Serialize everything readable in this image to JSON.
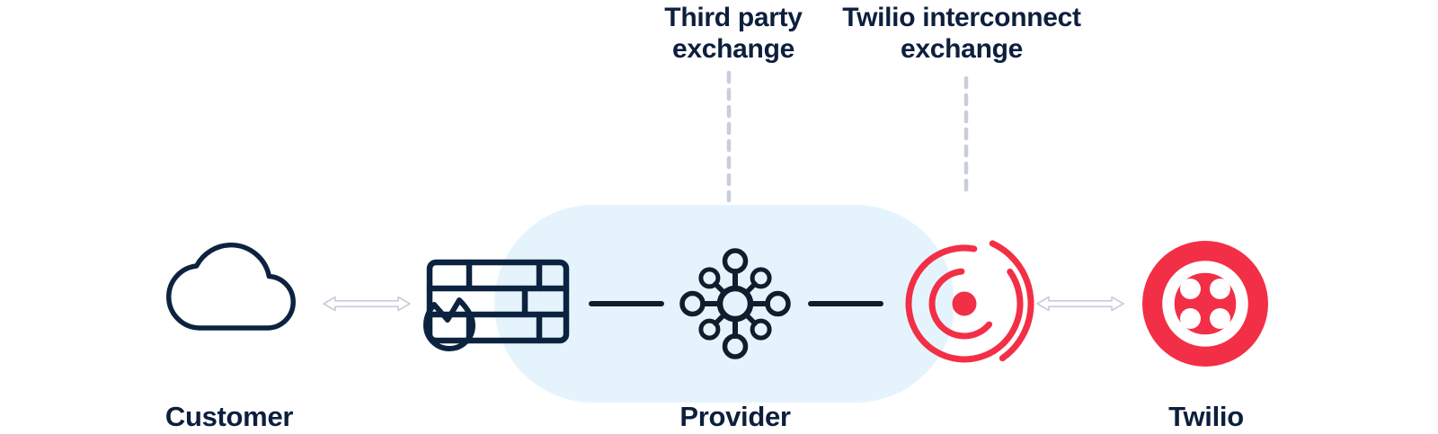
{
  "annotations": {
    "third_party": {
      "line1": "Third party",
      "line2": "exchange"
    },
    "twilio_interconnect": {
      "line1": "Twilio interconnect",
      "line2": "exchange"
    }
  },
  "nodes": {
    "customer": {
      "label": "Customer",
      "icon": "cloud-icon"
    },
    "firewall": {
      "icon": "firewall-icon"
    },
    "provider": {
      "label": "Provider",
      "icon": "hub-icon"
    },
    "interconnect_exchange": {
      "icon": "interconnect-icon"
    },
    "twilio": {
      "label": "Twilio",
      "icon": "twilio-logo-icon"
    }
  },
  "connectors": {
    "customer_firewall": "double-arrow",
    "firewall_hub": "line",
    "hub_interconnect": "line",
    "interconnect_twilio": "double-arrow",
    "third_party_leader": "dashed-vertical",
    "twilio_interconnect_leader": "dashed-vertical"
  },
  "colors": {
    "navy_icon": "#0C2340",
    "ink": "#121C2D",
    "text_navy": "#0D1F3D",
    "provider_fill": "#E5F4FC",
    "twilio_red": "#F22F46",
    "connector_gray": "#C8CEDA"
  }
}
